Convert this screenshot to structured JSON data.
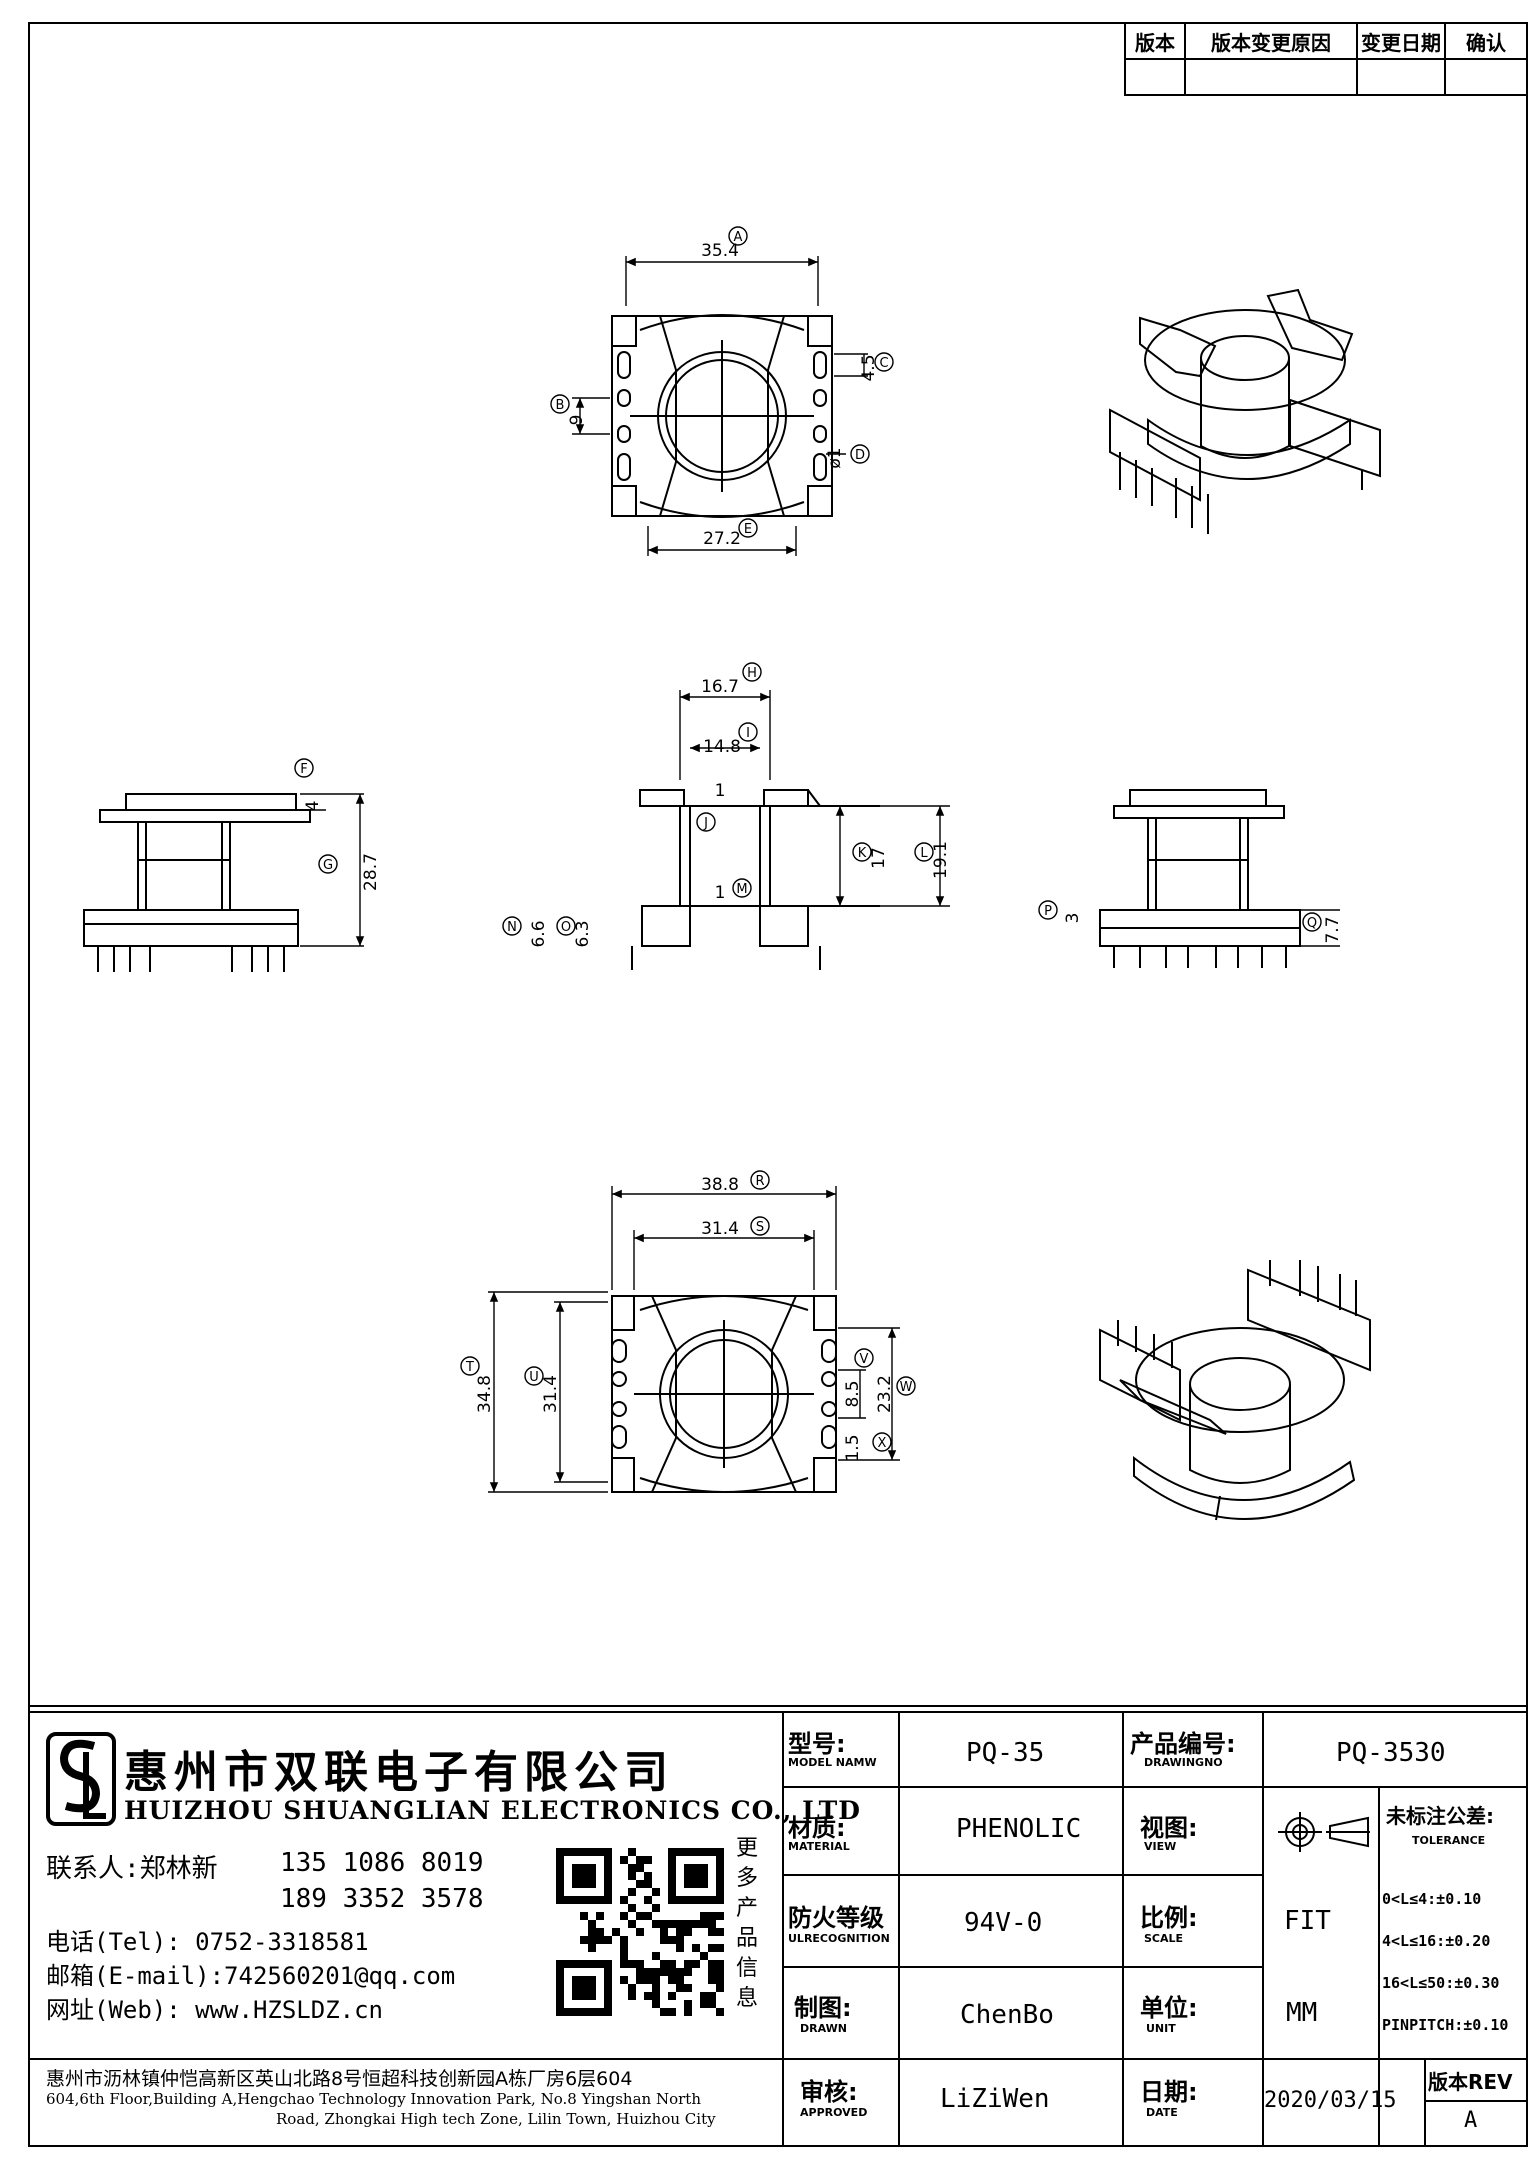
{
  "revision_table": {
    "headers": [
      "版本",
      "版本变更原因",
      "变更日期",
      "确认"
    ]
  },
  "dimensions": {
    "A": "35.4",
    "B": "9",
    "C": "4.5",
    "D": "ø1",
    "E": "27.2",
    "F": "4",
    "G": "28.7",
    "H": "16.7",
    "I": "14.8",
    "J": "1",
    "K": "17",
    "L": "19.1",
    "M": "1",
    "N": "6.6",
    "O": "6.3",
    "P": "3",
    "Q": "7.7",
    "R": "38.8",
    "S": "31.4",
    "T": "34.8",
    "U": "31.4",
    "V": "8.5",
    "W": "23.2",
    "X": "1.5"
  },
  "title_block": {
    "company_cn": "惠州市双联电子有限公司",
    "company_en": "HUIZHOU SHUANGLIAN ELECTRONICS CO., LTD",
    "contact_label": "联系人:",
    "contact_name": "郑林新",
    "phone1": "135 1086 8019",
    "phone2": "189 3352 3578",
    "tel_label": "电话(Tel):",
    "tel": "0752-3318581",
    "email_label": "邮箱(E-mail):",
    "email": "742560201@qq.com",
    "web_label": "网址(Web):",
    "web": "www.HZSLDZ.cn",
    "more_info": [
      "更",
      "多",
      "产",
      "品",
      "信",
      "息"
    ],
    "address_cn": "惠州市沥林镇仲恺高新区英山北路8号恒超科技创新园A栋厂房6层604",
    "address_en_1": "604,6th Floor,Building A,Hengchao Technology Innovation Park, No.8 Yingshan North",
    "address_en_2": "Road, Zhongkai High tech Zone, Lilin Town, Huizhou City",
    "model_label": "型号:",
    "model_label_en": "MODEL NAMW",
    "model": "PQ-35",
    "drawing_label": "产品编号:",
    "drawing_label_en": "DRAWINGNO",
    "drawing_no": "PQ-3530",
    "material_label": "材质:",
    "material_label_en": "MATERIAL",
    "material": "PHENOLIC",
    "view_label": "视图:",
    "view_label_en": "VIEW",
    "tolerance_label": "未标注公差:",
    "tolerance_label_en": "TOLERANCE",
    "tolerances": [
      "0<L≤4:±0.10",
      "4<L≤16:±0.20",
      "16<L≤50:±0.30",
      "PINPITCH:±0.10"
    ],
    "fire_label": "防火等级",
    "fire_label_en": "ULRECOGNITION",
    "fire": "94V-0",
    "scale_label": "比例:",
    "scale_label_en": "SCALE",
    "scale": "FIT",
    "drawn_label": "制图:",
    "drawn_label_en": "DRAWN",
    "drawn": "ChenBo",
    "unit_label": "单位:",
    "unit_label_en": "UNIT",
    "unit": "MM",
    "approved_label": "审核:",
    "approved_label_en": "APPROVED",
    "approved": "LiZiWen",
    "date_label": "日期:",
    "date_label_en": "DATE",
    "date": "2020/03/15",
    "rev_label": "版本REV",
    "rev": "A"
  }
}
